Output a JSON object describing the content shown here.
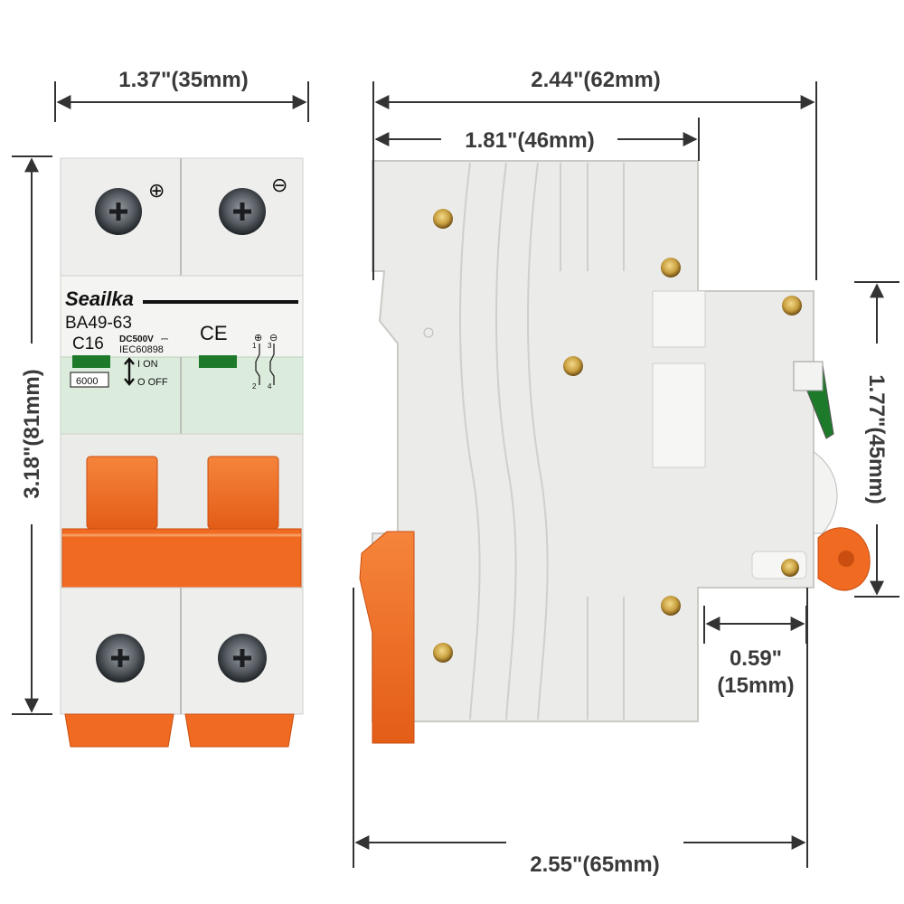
{
  "dimensions": {
    "front_width": "1.37\"(35mm)",
    "front_height": "3.18\"(81mm)",
    "side_width": "2.44\"(62mm)",
    "side_inner_width": "1.81\"(46mm)",
    "side_height": "1.77\"(45mm)",
    "side_step_line1": "0.59\"",
    "side_step_line2": "(15mm)",
    "side_total_width": "2.55\"(65mm)"
  },
  "label": {
    "brand": "Seailka",
    "model": "BA49-63",
    "rating": "C16",
    "voltage": "DC500V",
    "voltage_symbol": "⎓",
    "standard": "IEC60898",
    "breaking_capacity": "6000",
    "on_text": "I ON",
    "off_text": "O OFF",
    "ce_mark": "CE",
    "terminal_plus": "⊕",
    "terminal_minus": "⊖",
    "wiring_top_left": "1",
    "wiring_top_right": "3",
    "wiring_bottom_left": "2",
    "wiring_bottom_right": "4"
  },
  "colors": {
    "body": "#ececea",
    "body_edge": "#c9c9c6",
    "orange": "#f06a22",
    "orange_dark": "#c94e10",
    "window_green": "#1d7a2a",
    "dimension_line": "#333333",
    "screw_brass": "#c9a040"
  }
}
